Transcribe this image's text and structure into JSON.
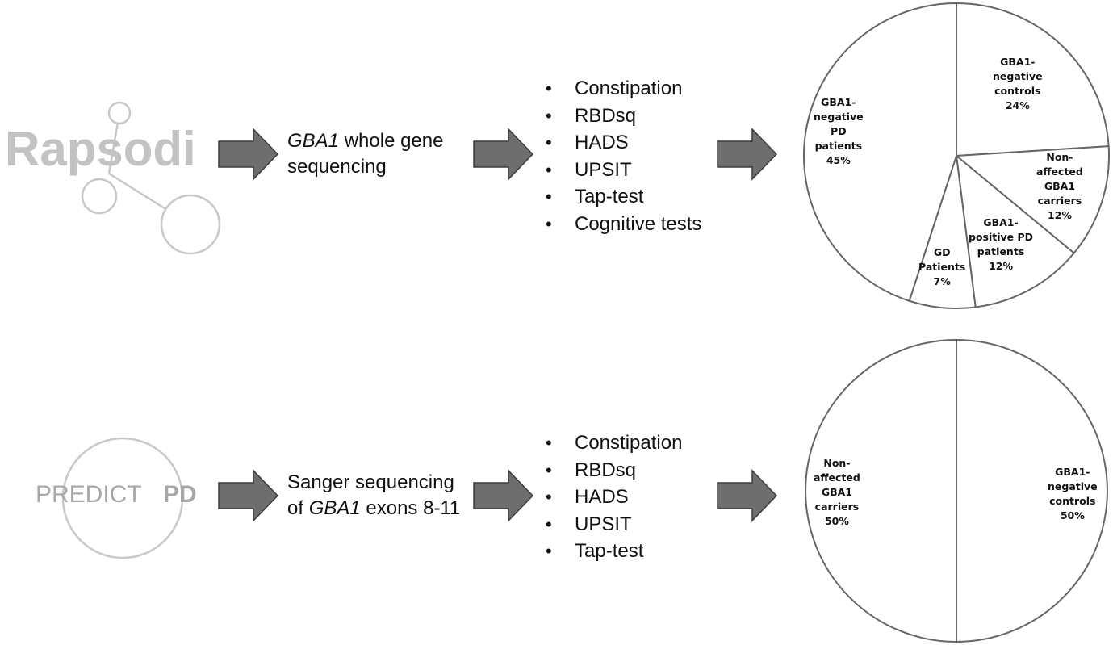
{
  "studies": [
    {
      "logo_text": "Rapsodi",
      "step1": {
        "gene": "GBA1",
        "rest": "whole gene",
        "line2": "sequencing"
      },
      "assessments": [
        "Constipation",
        "RBDsq",
        "HADS",
        "UPSIT",
        "Tap-test",
        "Cognitive tests"
      ],
      "pie": [
        {
          "line1": "GBA1-",
          "line2": "negative",
          "line3": "PD",
          "line4": "patients",
          "pct": "45%",
          "value": 45
        },
        {
          "line1": "GBA1-",
          "line2": "negative",
          "line3": "controls",
          "line4": "",
          "pct": "24%",
          "value": 24
        },
        {
          "line1": "Non-",
          "line2": "affected",
          "line3": "GBA1",
          "line4": "carriers",
          "pct": "12%",
          "value": 12
        },
        {
          "line1": "GBA1-",
          "line2": "positive PD",
          "line3": "patients",
          "line4": "",
          "pct": "12%",
          "value": 12
        },
        {
          "line1": "GD",
          "line2": "Patients",
          "line3": "",
          "line4": "",
          "pct": "7%",
          "value": 7
        }
      ]
    },
    {
      "logo_text_left": "PREDICT",
      "logo_text_right": "PD",
      "step1": {
        "line1": "Sanger sequencing",
        "pre": "of",
        "gene": "GBA1",
        "post": "exons 8-11"
      },
      "assessments": [
        "Constipation",
        "RBDsq",
        "HADS",
        "UPSIT",
        "Tap-test"
      ],
      "pie": [
        {
          "line1": "Non-",
          "line2": "affected",
          "line3": "GBA1",
          "line4": "carriers",
          "pct": "50%",
          "value": 50
        },
        {
          "line1": "GBA1-",
          "line2": "negative",
          "line3": "controls",
          "line4": "",
          "pct": "50%",
          "value": 50
        }
      ]
    }
  ],
  "colors": {
    "arrow_fill": "#6e6e6e",
    "arrow_stroke": "#3c3c3c",
    "logo_gray": "#c8c8c8",
    "pie_stroke": "#666666"
  }
}
